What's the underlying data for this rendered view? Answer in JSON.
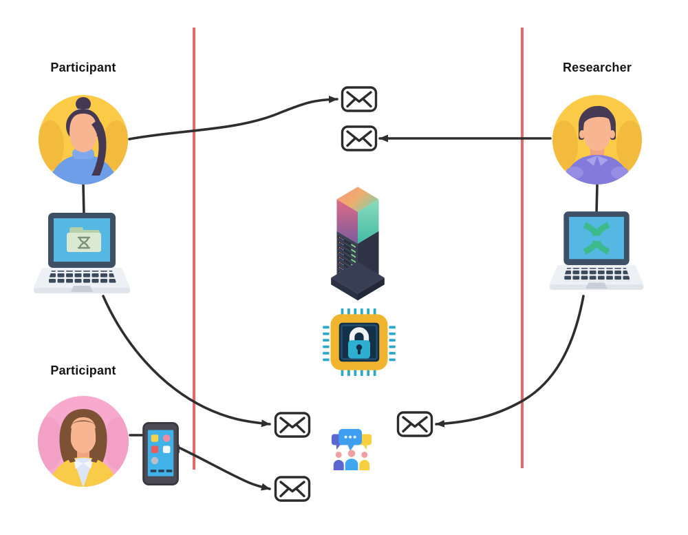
{
  "actors": {
    "participant_top": {
      "label": "Participant",
      "avatar": "woman-ponytail-avatar",
      "device": "laptop-with-data-folder"
    },
    "participant_bottom": {
      "label": "Participant",
      "avatar": "woman-bob-avatar",
      "device": "smartphone-with-apps"
    },
    "researcher": {
      "label": "Researcher",
      "avatar": "man-avatar",
      "device": "laptop-with-analysis-logo"
    }
  },
  "center_column": {
    "icons": [
      "server-icon",
      "encrypted-chip-lock-icon",
      "group-discussion-icon"
    ],
    "envelope_icon_count": 5
  },
  "boundaries": {
    "count": 2,
    "orientation": "vertical"
  },
  "colors": {
    "privacy_boundary": "#e4696a",
    "connector": "#2e2e2e",
    "envelope_stroke": "#2b2b2b",
    "avatar_background_yellow": "#fbcb47",
    "avatar_background_pink": "#f7aace",
    "laptop_screen_blue": "#54b8e2",
    "chip_gold": "#f0b42e",
    "lock_teal": "#2fafcf",
    "logo_green": "#3cba8c",
    "label_text": "#151515"
  }
}
